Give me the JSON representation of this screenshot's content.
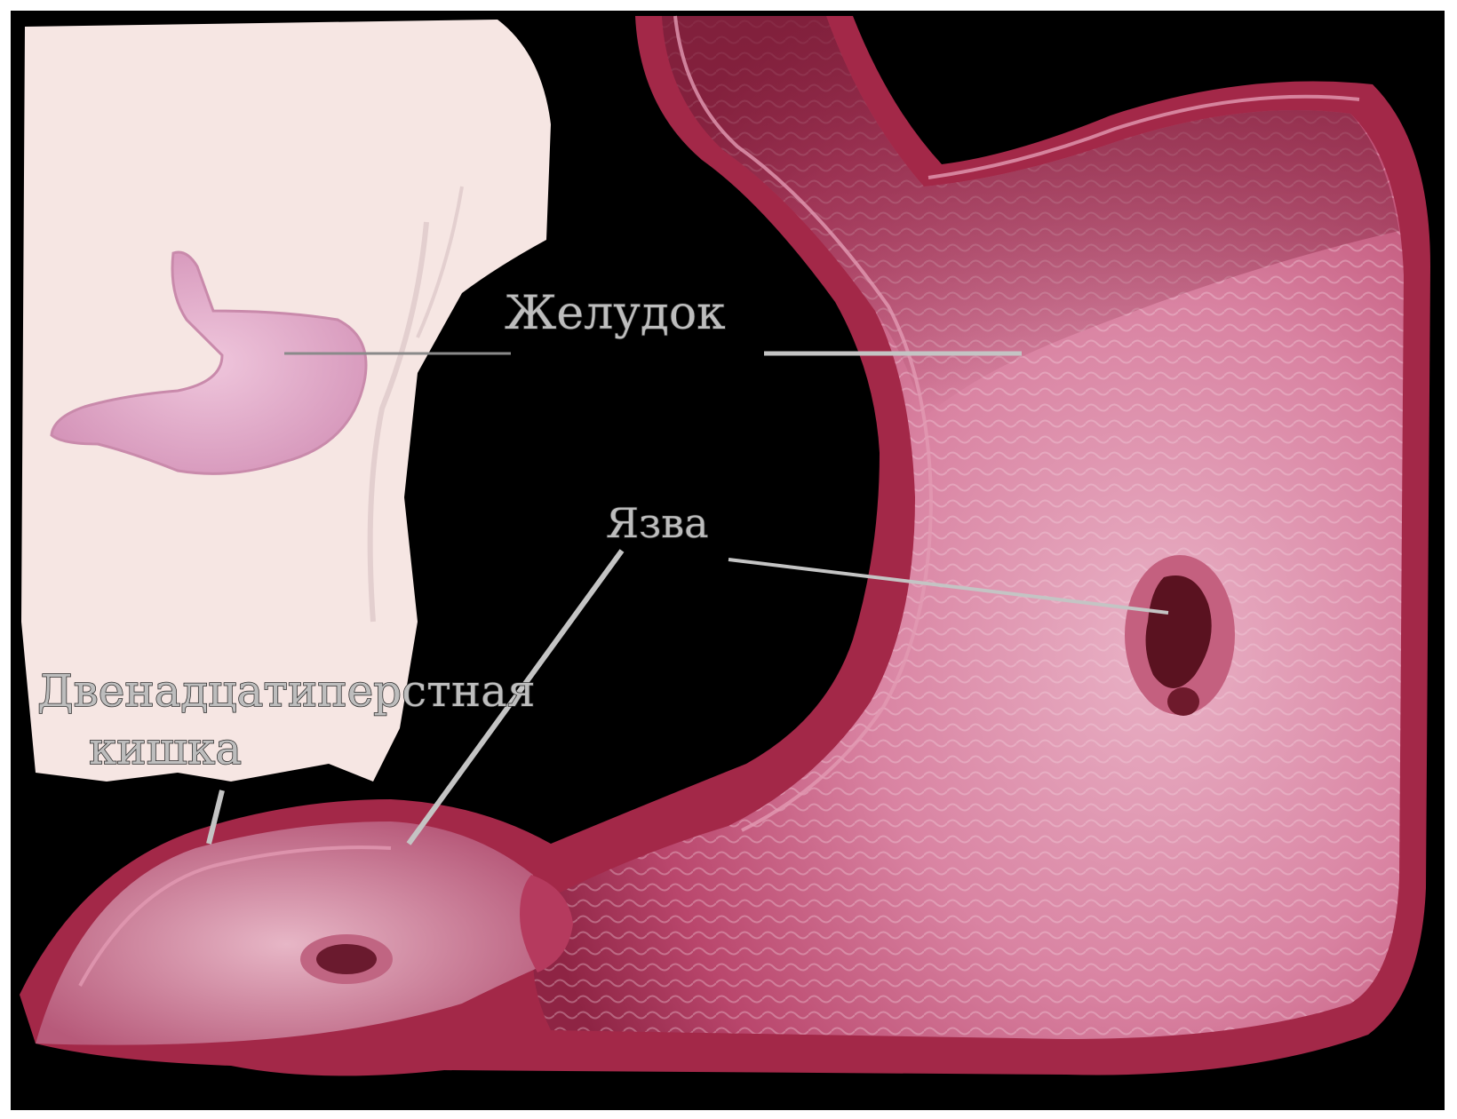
{
  "labels": {
    "stomach": "Желудок",
    "ulcer": "Язва",
    "duodenum_line1": "Двенадцатиперстная",
    "duodenum_line2": "кишка"
  },
  "colors": {
    "background": "#000000",
    "frame": "#ffffff",
    "inset_paper": "#f6e6e3",
    "stomach_wall": "#b0304f",
    "stomach_inner": "#c9607e",
    "lumen_light": "#e6a8bf",
    "ulcer": "#5a1220",
    "leader_line": "#c4c4c4"
  }
}
